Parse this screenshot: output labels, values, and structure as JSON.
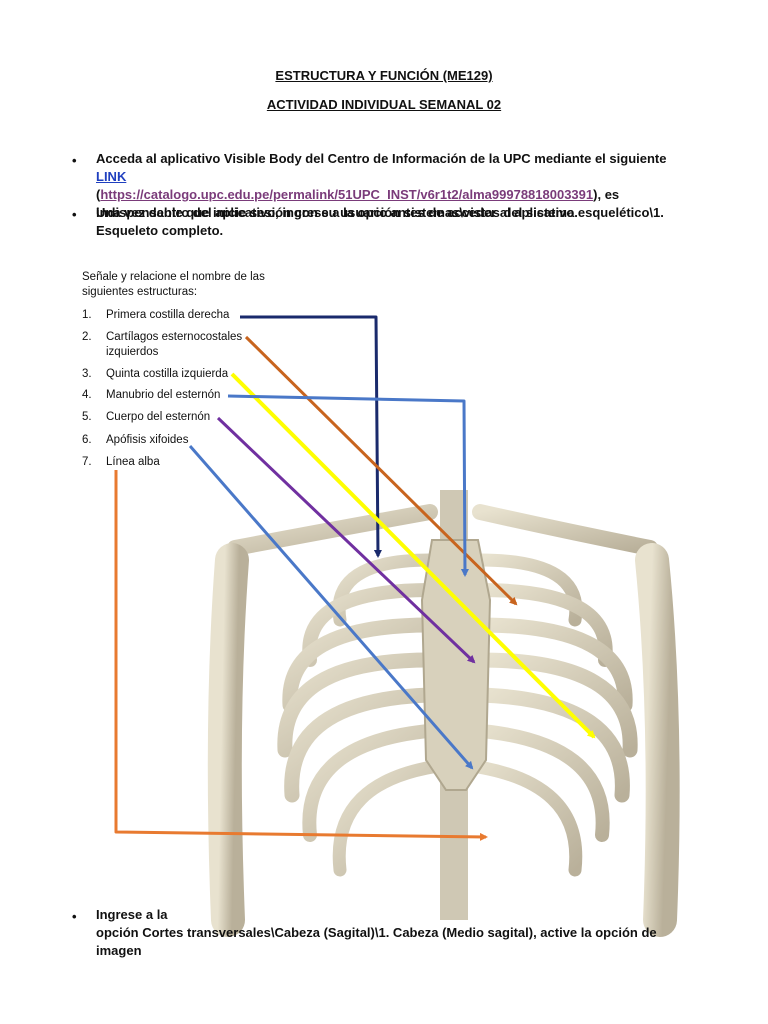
{
  "header": {
    "title": "ESTRUCTURA Y FUNCIÓN (ME129)",
    "subtitle": "ACTIVIDAD INDIVIDUAL SEMANAL 02"
  },
  "instructions": {
    "b1_pre": "Acceda al aplicativo Visible Body del Centro de Información de la UPC mediante el siguiente ",
    "b1_link": "LINK",
    "b1_url": "https://catalogo.upc.edu.pe/permalink/51UPC_INST/v6r1t2/alma99978818003391",
    "b1_post": ", es indispensable que inicie sesión con su usuario antes de acceder al aplicativo.",
    "b2": "Una vez dentro del aplicativo, ingrese a la opción sistemas\\vistas del sistema esquelético\\1. Esqueleto completo.",
    "b3_line1": "Ingrese a la",
    "b3_line2": "opción Cortes transversales\\Cabeza (Sagital)\\1. Cabeza (Medio sagital), active la opción de imagen"
  },
  "exercise": {
    "intro": "Señale y relacione el nombre de las siguientes estructuras:",
    "items": [
      {
        "num": "1.",
        "label": "Primera costilla derecha",
        "color": "#1a2a6c"
      },
      {
        "num": "2.",
        "label": "Cartílagos esternocostales izquierdos",
        "color": "#c8641e"
      },
      {
        "num": "3.",
        "label": "Quinta costilla izquierda",
        "color": "#ffff00"
      },
      {
        "num": "4.",
        "label": "Manubrio del esternón",
        "color": "#4a78c8"
      },
      {
        "num": "5.",
        "label": "Cuerpo del esternón",
        "color": "#7030a0"
      },
      {
        "num": "6.",
        "label": "Apófisis xifoides",
        "color": "#4a78c8"
      },
      {
        "num": "7.",
        "label": "Línea alba",
        "color": "#e87a30"
      }
    ]
  },
  "icons": {
    "bullet": "•"
  }
}
